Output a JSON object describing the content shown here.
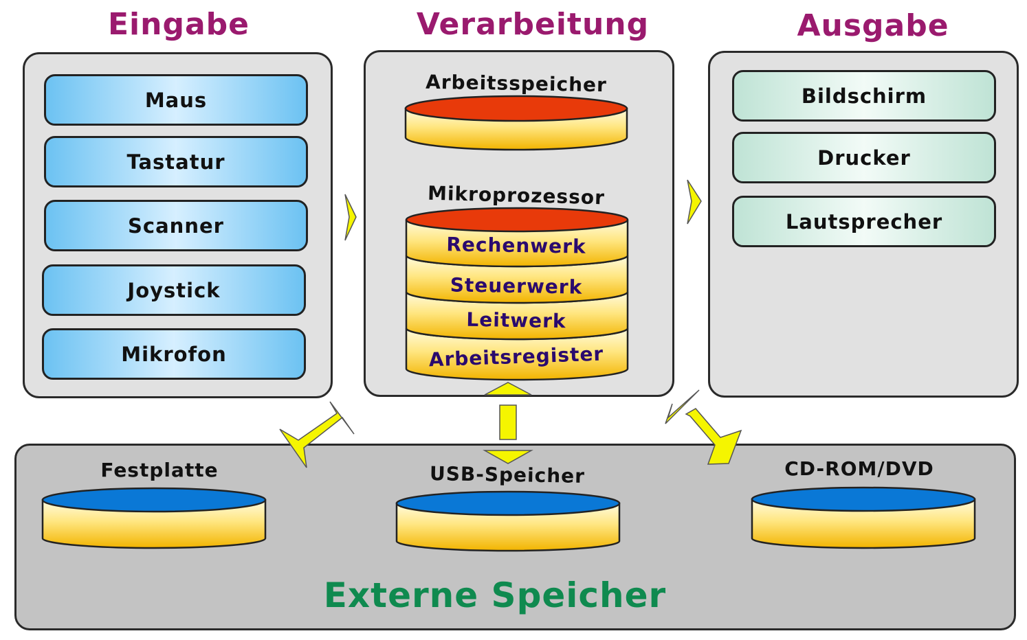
{
  "headings": {
    "input": "Eingabe",
    "processing": "Verarbeitung",
    "output": "Ausgabe"
  },
  "input_devices": [
    "Maus",
    "Tastatur",
    "Scanner",
    "Joystick",
    "Mikrofon"
  ],
  "processing": {
    "memory_label": "Arbeitsspeicher",
    "cpu_label": "Mikroprozessor",
    "cpu_layers": [
      "Rechenwerk",
      "Steuerwerk",
      "Leitwerk",
      "Arbeitsregister"
    ]
  },
  "output_devices": [
    "Bildschirm",
    "Drucker",
    "Lautsprecher"
  ],
  "external": {
    "title": "Externe Speicher",
    "drives": [
      "Festplatte",
      "USB-Speicher",
      "CD-ROM/DVD"
    ]
  },
  "colors": {
    "heading": "#9a1a6e",
    "external_title": "#0f8a4f",
    "arrow": "#f5f500",
    "disk_red_top": "#e83a0a",
    "disk_blue_top": "#0a78d6",
    "layer_text": "#2a0a6e"
  }
}
